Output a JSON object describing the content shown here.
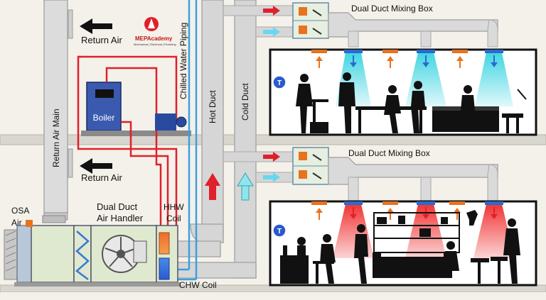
{
  "labels": {
    "return_air_top": "Return Air",
    "return_air_bottom": "Return Air",
    "return_air_main": "Return Air Main",
    "chilled_water_piping": "Chilled Water Piping",
    "hot_duct": "Hot Duct",
    "cold_duct": "Cold Duct",
    "mixing_box_top": "Dual Duct Mixing Box",
    "mixing_box_bottom": "Dual Duct Mixing Box",
    "boiler": "Boiler",
    "air_handler_line1": "Dual Duct",
    "air_handler_line2": "Air Handler",
    "hhw_line1": "HHW",
    "hhw_line2": "Coil",
    "osa_line1": "OSA",
    "osa_line2": "Air",
    "chw_coil": "CHW Coil",
    "thermostat": "T"
  },
  "logo": {
    "name": "MEPAcademy",
    "tagline": "Mechanical | Electrical | Plumbing"
  },
  "colors": {
    "hot": "#e0202a",
    "cold": "#3aa0e0",
    "duct": "#d4d4d4",
    "duct_edge": "#a9a9a9",
    "cold_light": "#8ee6ec",
    "warm_light": "#f04a4a"
  }
}
